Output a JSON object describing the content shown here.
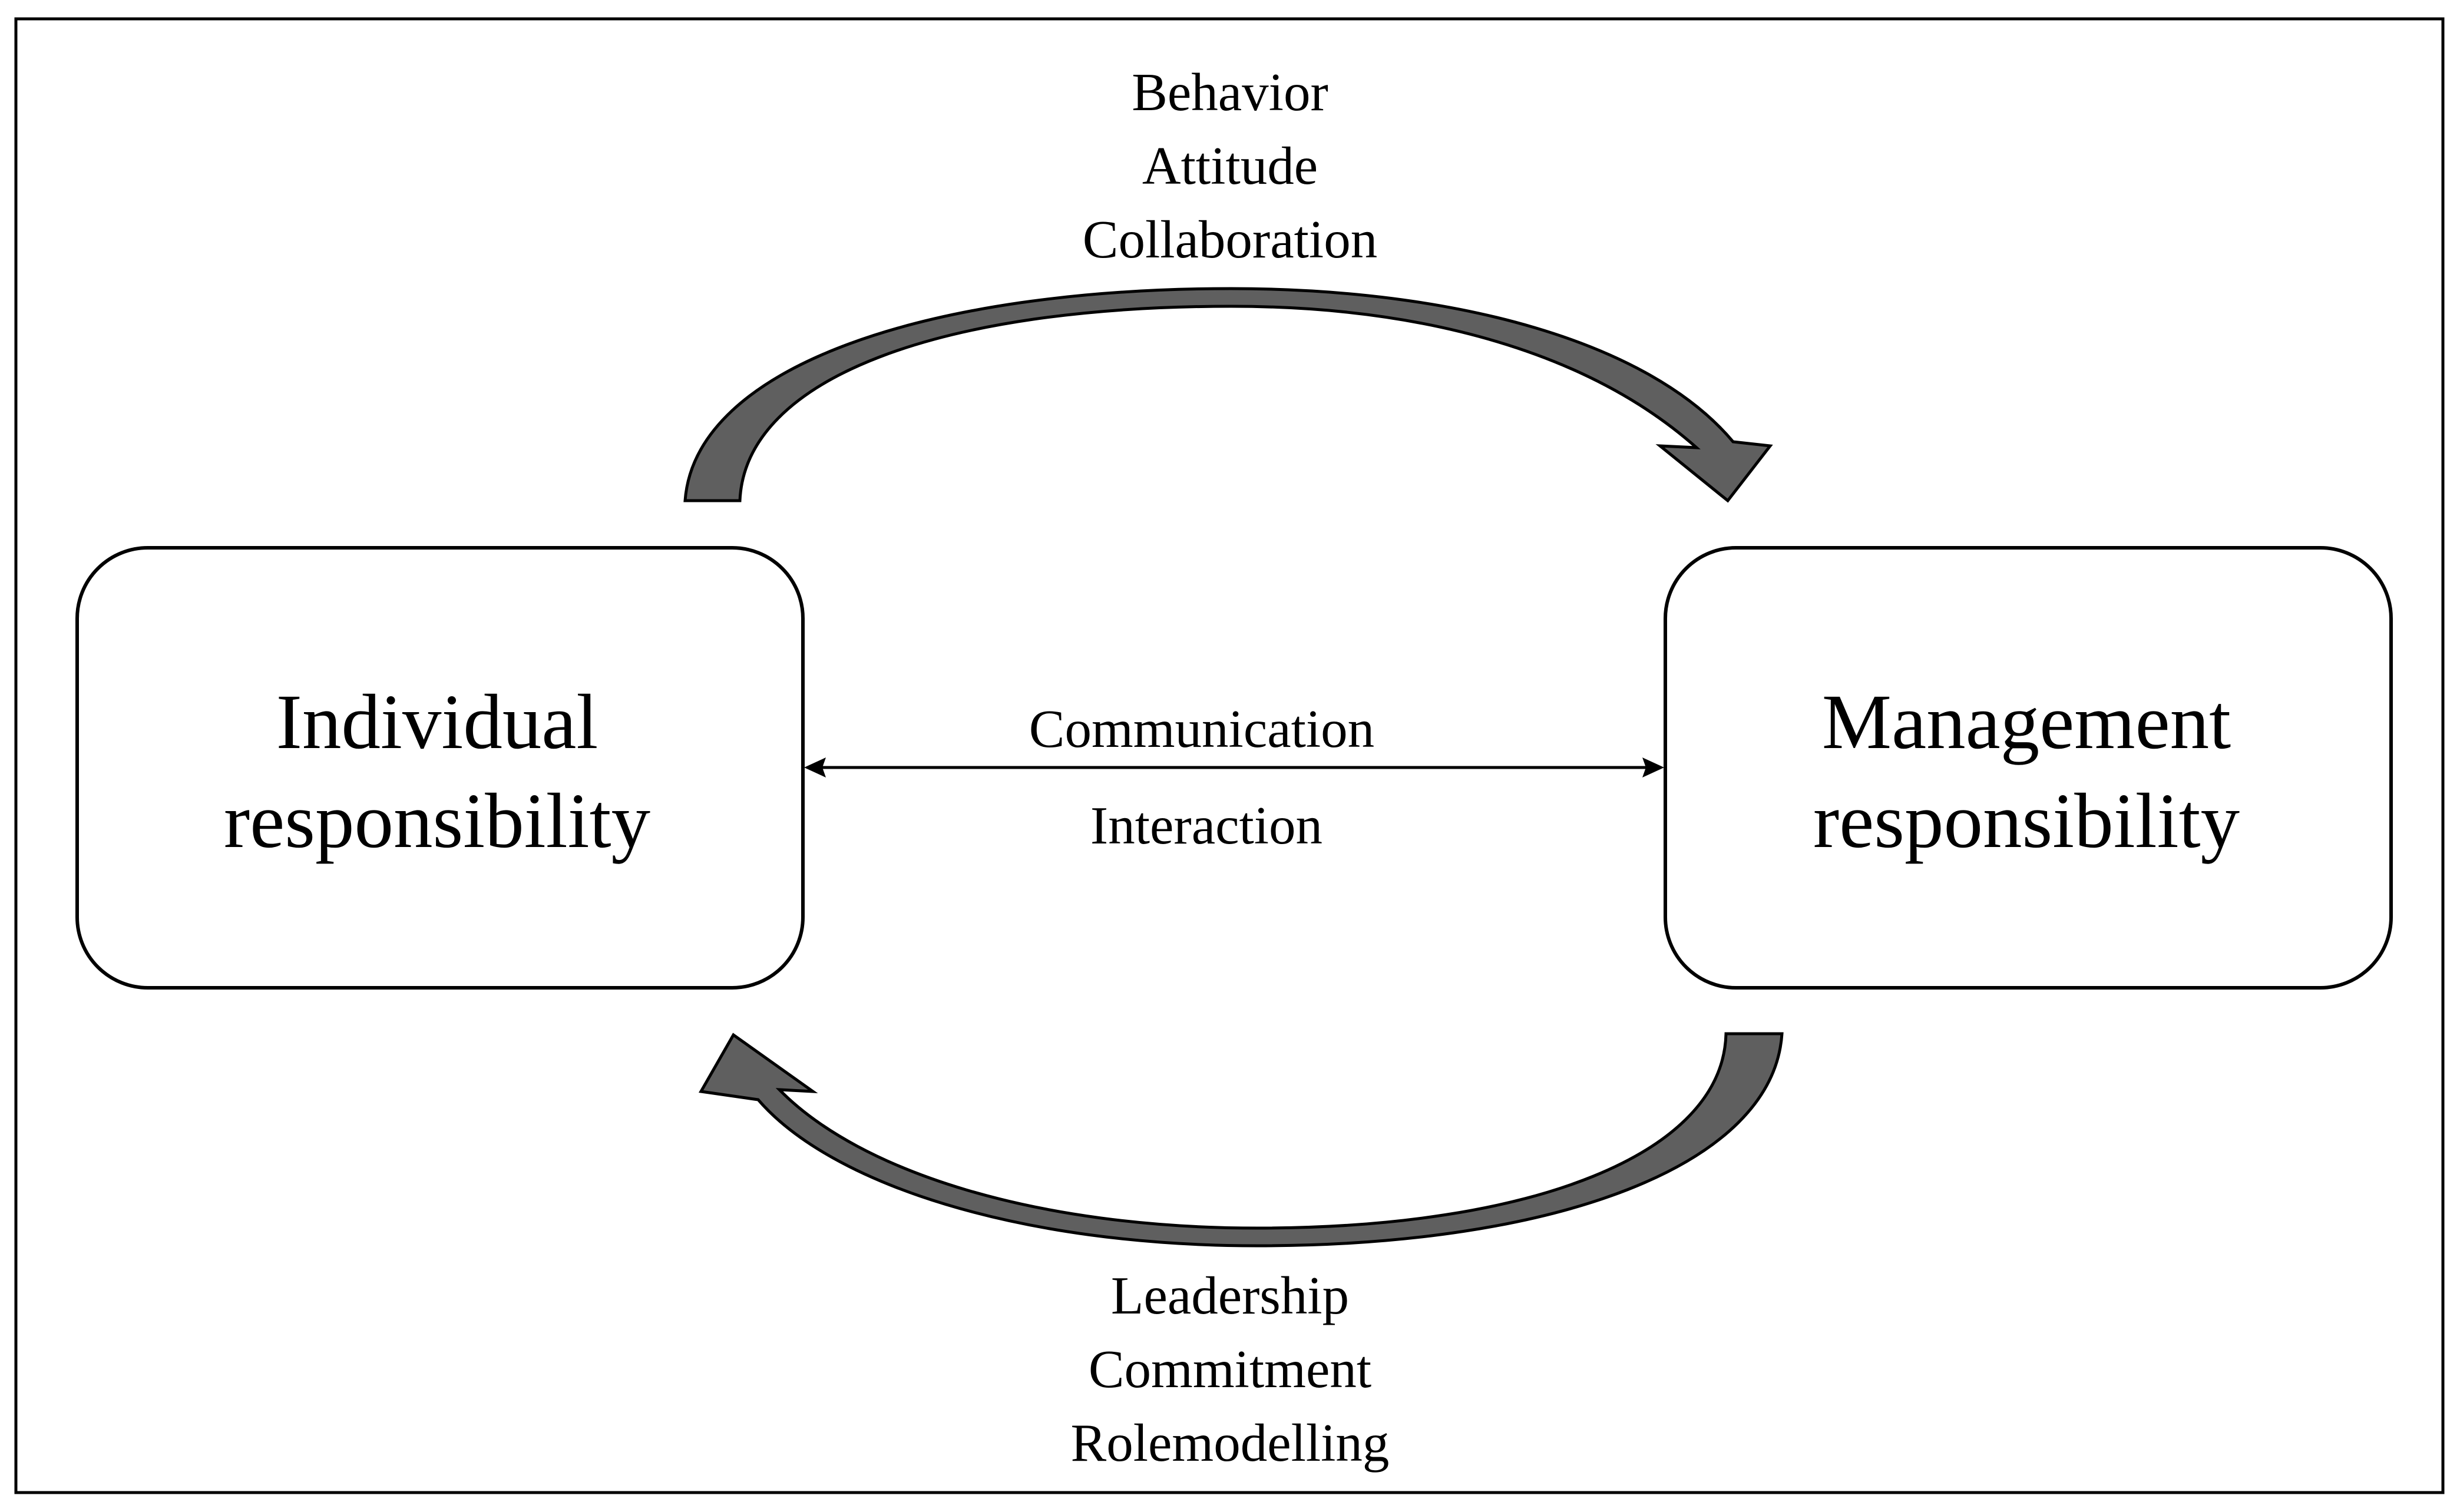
{
  "diagram": {
    "colors": {
      "border": "#000000",
      "arrow_fill": "#5f5f5f",
      "background": "#ffffff"
    },
    "boxes": {
      "left": {
        "line1": "Individual",
        "line2": "responsibility"
      },
      "right": {
        "line1": "Management",
        "line2": "responsibility"
      }
    },
    "top_arrow": {
      "labels": [
        "Behavior",
        "Attitude",
        "Collaboration"
      ]
    },
    "middle_arrow": {
      "label_above": "Communication",
      "label_below": "Interaction"
    },
    "bottom_arrow": {
      "labels": [
        "Leadership",
        "Commitment",
        "Rolemodelling"
      ]
    }
  }
}
